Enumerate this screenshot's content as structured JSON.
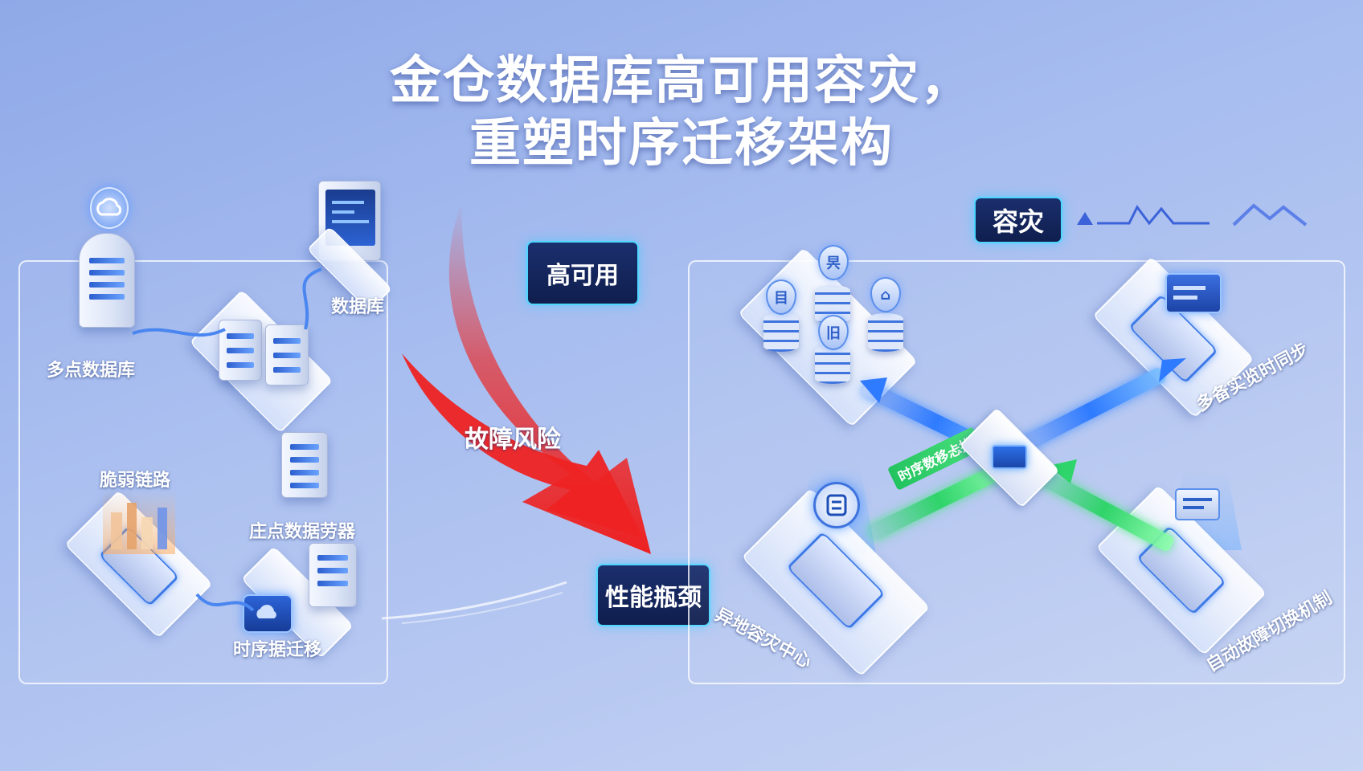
{
  "title": {
    "line1": "金仓数据库高可用容灾，",
    "line2": "重塑时序迁移架构"
  },
  "badges": {
    "disaster_recovery": "容灾",
    "high_availability": "高可用",
    "performance_bottleneck": "性能瓶颈"
  },
  "center": {
    "fault_risk": "故障风险"
  },
  "left_panel": {
    "labels": {
      "multi_point_db": "多点数据库",
      "database": "数据库",
      "fragile_link": "脆弱链路",
      "single_point_server": "庄点数据劳器",
      "timeseries_migration": "时序据迁移"
    }
  },
  "right_panel": {
    "labels": {
      "multi_backup_sync": "多备实览时同步",
      "remote_dr_center": "异地容灾中心",
      "auto_failover": "自动故障切换机制",
      "timeseries_data_stream": "时序数移忐拢"
    },
    "pin_icons": [
      "昗",
      "旧",
      "目",
      "⌂"
    ]
  },
  "colors": {
    "arrow_red": "#ee2222",
    "badge_navy": "#12245a",
    "badge_glow": "#4fd6ff",
    "beam_blue": "#2f7bff",
    "beam_green": "#2fd46a"
  }
}
